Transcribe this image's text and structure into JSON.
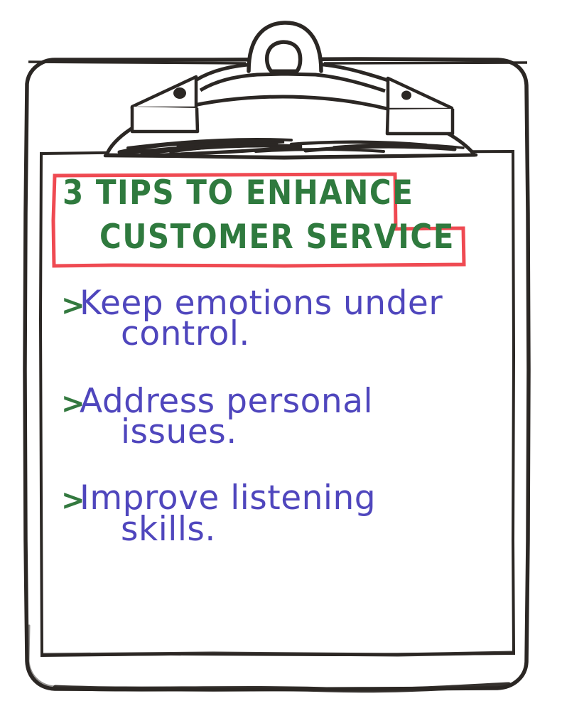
{
  "document": {
    "kind": "hand-drawn-clipboard-note",
    "background_color": "#ffffff"
  },
  "colors": {
    "ink_black": "#2b2724",
    "title_green": "#2f7a3e",
    "bullet_green": "#33793f",
    "body_blue": "#4f46bd",
    "box_red": "#ef4a52"
  },
  "clipboard": {
    "board_label": "clipboard-board",
    "paper_label": "clipboard-paper",
    "clip_label": "clipboard-clip",
    "handle_label": "clip-handle-loop",
    "rivets": 2
  },
  "title": {
    "line1": "3 TIPS TO ENHANCE",
    "line2": "CUSTOMER SERVICE",
    "full": "3 TIPS TO ENHANCE CUSTOMER SERVICE",
    "border_color": "#ef4a52",
    "text_color": "#2f7a3e"
  },
  "tips": [
    {
      "marker": ">",
      "line1": "Keep emotions under",
      "line2": "control.",
      "full": "Keep emotions under control."
    },
    {
      "marker": ">",
      "line1": "Address personal",
      "line2": "issues.",
      "full": "Address personal issues."
    },
    {
      "marker": ">",
      "line1": "Improve listening",
      "line2": "skills.",
      "full": "Improve listening skills."
    }
  ]
}
